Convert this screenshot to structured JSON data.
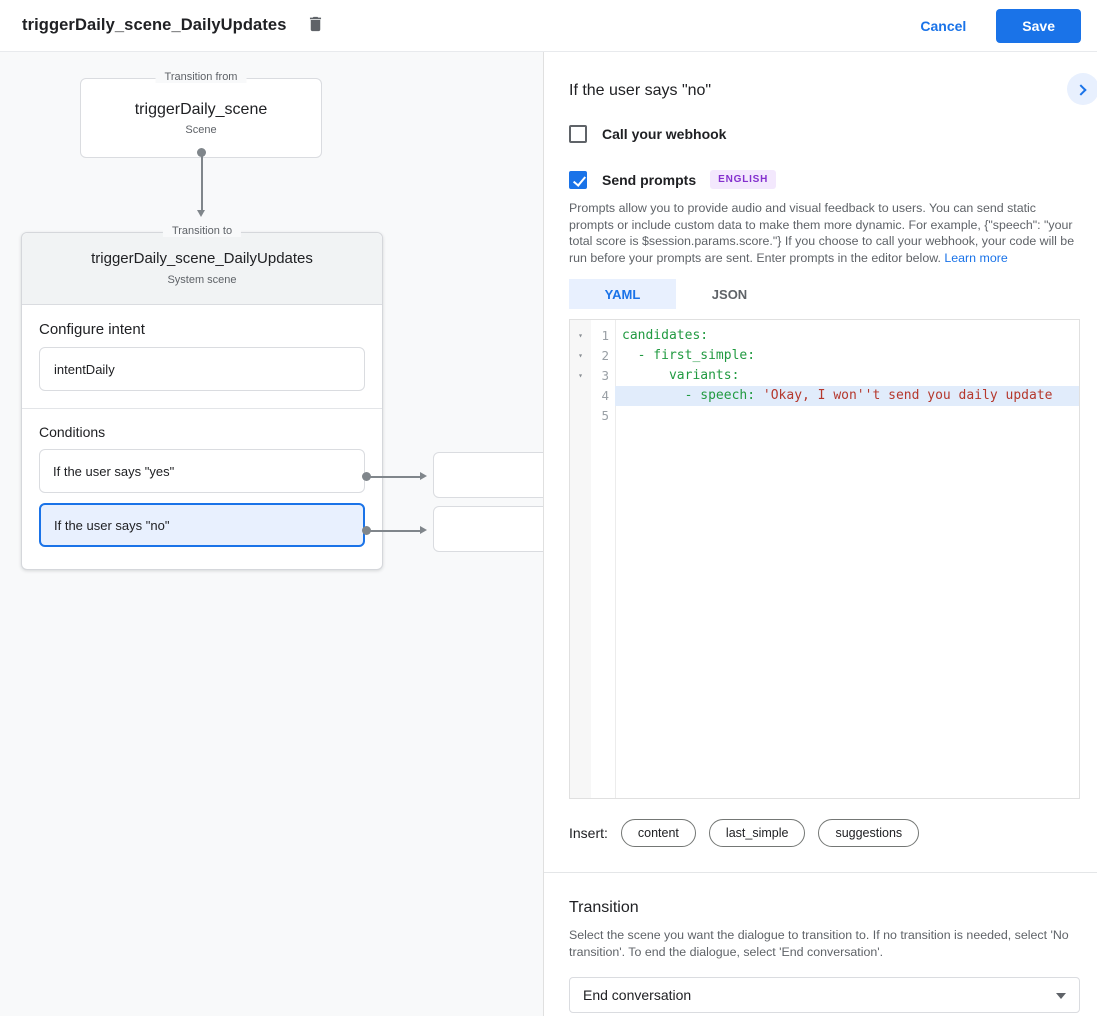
{
  "header": {
    "title": "triggerDaily_scene_DailyUpdates",
    "cancel_label": "Cancel",
    "save_label": "Save"
  },
  "canvas": {
    "from_box": {
      "legend": "Transition from",
      "title": "triggerDaily_scene",
      "subtitle": "Scene"
    },
    "to_box": {
      "legend": "Transition to",
      "title": "triggerDaily_scene_DailyUpdates",
      "subtitle": "System scene",
      "intent_label": "Configure intent",
      "intent_value": "intentDaily",
      "conditions_label": "Conditions",
      "conditions": [
        {
          "label": "If the user says \"yes\"",
          "selected": false
        },
        {
          "label": "If the user says \"no\"",
          "selected": true
        }
      ]
    }
  },
  "panel": {
    "title": "If the user says \"no\"",
    "webhook": {
      "label": "Call your webhook",
      "checked": false
    },
    "prompts": {
      "label": "Send prompts",
      "checked": true,
      "badge": "ENGLISH"
    },
    "description": "Prompts allow you to provide audio and visual feedback to users. You can send static prompts or include custom data to make them more dynamic. For example, {\"speech\": \"your total score is $session.params.score.\"} If you choose to call your webhook, your code will be run before your prompts are sent. Enter prompts in the editor below. ",
    "learn_more": "Learn more",
    "tabs": [
      {
        "label": "YAML",
        "active": true
      },
      {
        "label": "JSON",
        "active": false
      }
    ],
    "editor": {
      "lines": [
        {
          "num": "1",
          "fold": "▾",
          "key": "candidates:",
          "string": "",
          "highlight": false
        },
        {
          "num": "2",
          "fold": "▾",
          "key": "  - first_simple:",
          "string": "",
          "highlight": false
        },
        {
          "num": "3",
          "fold": "▾",
          "key": "      variants:",
          "string": "",
          "highlight": false
        },
        {
          "num": "4",
          "fold": "",
          "key": "        - speech: ",
          "string": "'Okay, I won''t send you daily update",
          "highlight": true
        },
        {
          "num": "5",
          "fold": "",
          "key": "",
          "string": "",
          "highlight": false
        }
      ]
    },
    "insert": {
      "label": "Insert:",
      "chips": [
        "content",
        "last_simple",
        "suggestions"
      ]
    },
    "transition": {
      "heading": "Transition",
      "description": "Select the scene you want the dialogue to transition to. If no transition is needed, select 'No transition'. To end the dialogue, select 'End conversation'.",
      "select_value": "End conversation"
    }
  },
  "colors": {
    "accent": "#1a73e8",
    "selected_condition_bg": "#e8f0fe",
    "badge_bg": "#f3e8fd",
    "badge_text": "#8430ce",
    "yaml_key": "#219a41",
    "yaml_string": "#b5382d"
  }
}
